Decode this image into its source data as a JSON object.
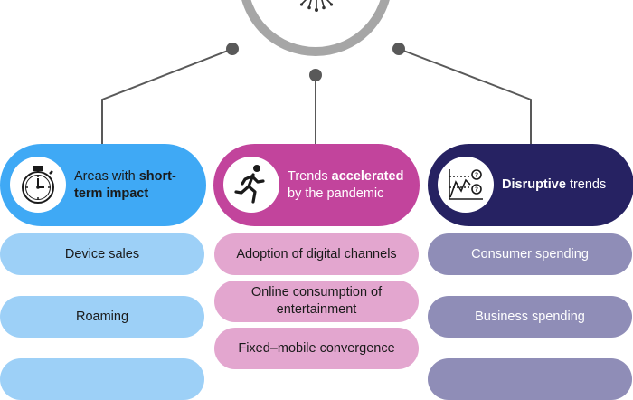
{
  "colors": {
    "connector": "#595959",
    "hub_ring": "#a6a6a6",
    "col1_header": "#3fa9f5",
    "col1_card": "#9dd0f7",
    "col2_header": "#c2449c",
    "col2_card": "#e3a6cf",
    "col3_header": "#262262",
    "col3_card": "#8f8db7"
  },
  "columns": [
    {
      "icon": "stopwatch-icon",
      "header": {
        "pre": "Areas with ",
        "bold": "short-term impact",
        "post": ""
      },
      "cards": [
        "Device sales",
        "Roaming",
        ""
      ]
    },
    {
      "icon": "running-person-icon",
      "header": {
        "pre": "Trends ",
        "bold": "accelerated",
        "post": " by the pandemic"
      },
      "cards": [
        "Adoption of digital channels",
        "Online consumption of entertainment",
        "Fixed–mobile convergence"
      ]
    },
    {
      "icon": "trend-chart-icon",
      "header": {
        "pre": "",
        "bold": "Disruptive",
        "post": " trends"
      },
      "cards": [
        "Consumer spending",
        "Business spending",
        ""
      ]
    }
  ]
}
